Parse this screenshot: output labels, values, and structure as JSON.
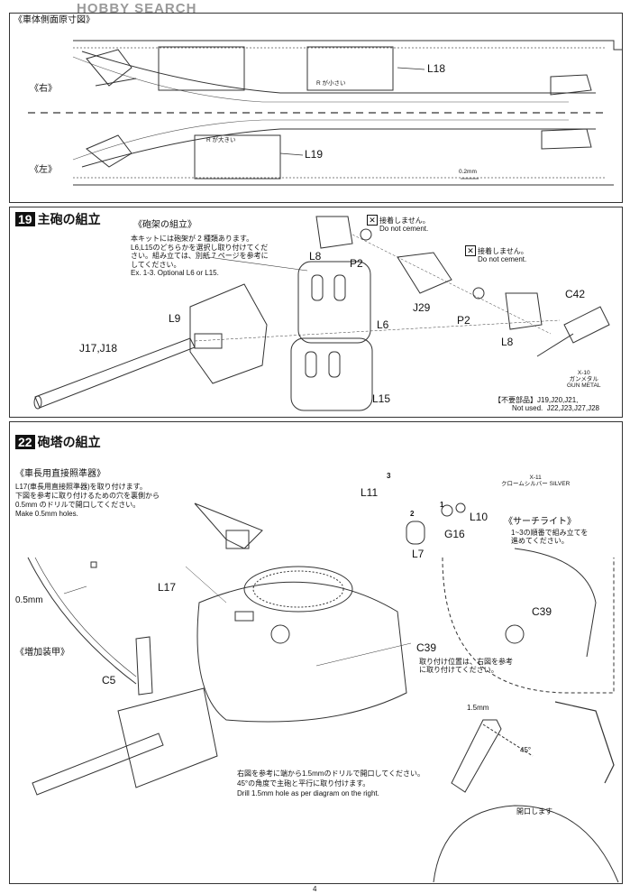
{
  "watermark": "HOBBY SEARCH",
  "top_panel": {
    "title": "《車体側面原寸図》",
    "right_label": "《右》",
    "left_label": "《左》",
    "part_L18": "L18",
    "part_L19": "L19",
    "note_r_small": "R が小さい",
    "note_r_large": "R が大きい",
    "scale": "0.2mm"
  },
  "step19": {
    "number": "19",
    "title": "主砲の組立",
    "sub_title": "《砲架の組立》",
    "note_jp": "本キットには砲架が 2 種類あります。L6,L15のどちらかを選択し取り付けてください。組み立ては、別紙 7 ページを参考にしてください。",
    "note_en": "Ex. 1-3. Optional L6 or L15.",
    "no_cement_jp": "接着しません。",
    "no_cement_en": "Do not cement.",
    "parts": {
      "L8a": "L8",
      "P2a": "P2",
      "J29": "J29",
      "P2b": "P2",
      "L8b": "L8",
      "C42": "C42",
      "L9": "L9",
      "L6": "L6",
      "L15": "L15",
      "J17": "J17,J18"
    },
    "paint_code": "X-10",
    "paint_jp": "ガンメタル",
    "paint_en": "GUN METAL",
    "unused_label": "【不要部品】",
    "unused_en": "Not used.",
    "unused_parts_1": "J19,J20,J21,",
    "unused_parts_2": "J22,J23,J27,J28"
  },
  "step22": {
    "number": "22",
    "title": "砲塔の組立",
    "sight_title": "《車長用直接照準器》",
    "sight_note_1": "L17(車長用直接照準器)を取り付けます。",
    "sight_note_2": "下図を参考に取り付けるための穴を裏側から",
    "sight_note_3": "0.5mm のドリルで開口してください。",
    "sight_note_en": "Make 0.5mm holes.",
    "dim_05": "0.5mm",
    "part_L17": "L17",
    "armor_title": "《増加装甲》",
    "part_C5": "C5",
    "part_L11": "L11",
    "part_L10": "L10",
    "part_G16": "G16",
    "part_L7": "L7",
    "part_C39a": "C39",
    "part_C39b": "C39",
    "paint_x11": "X-11",
    "paint_x11_jp": "クロームシルバー",
    "paint_x11_en": "SILVER",
    "search_title": "《サーチライト》",
    "search_note_1": "1~3の順番で組み立てを",
    "search_note_2": "進めてください。",
    "c39_note_1": "取り付け位置は、右図を参考",
    "c39_note_2": "に取り付けてください。",
    "drill_note_1": "右図を参考に端から1.5mmのドリルで開口してください。",
    "drill_note_2": "45°の角度で主砲と平行に取り付けます。",
    "drill_note_en": "Drill 1.5mm hole as per diagram on the right.",
    "dim_15": "1.5mm",
    "angle": "45°",
    "open_label": "開口します",
    "step_1": "1",
    "step_2": "2",
    "step_3": "3"
  },
  "page_mark": "4"
}
